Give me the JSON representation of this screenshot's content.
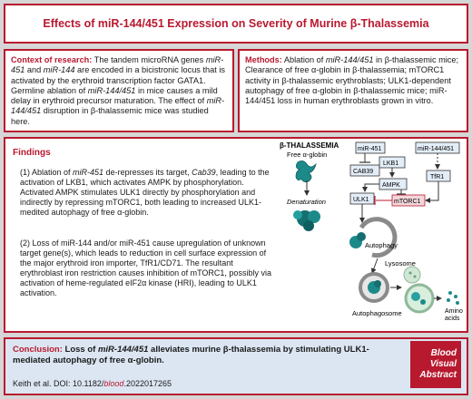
{
  "title": "Effects of miR-144/451 Expression on Severity of Murine β-Thalassemia",
  "context": {
    "label": "Context of research:",
    "text_parts": [
      " The tandem microRNA genes ",
      "miR-451",
      " and ",
      "miR-144",
      " are encoded in a bicistronic locus that is activated by the erythroid transcription factor GATA1. Germline ablation of ",
      "miR-144/451",
      " in mice causes a mild delay in erythroid precursor maturation. The effect of ",
      "miR-144/451",
      " disruption in β-thalassemic mice was studied here."
    ]
  },
  "methods": {
    "label": "Methods:",
    "text_parts": [
      " Ablation of ",
      "miR-144/451",
      " in β-thalassemic mice; Clearance of free α-globin in β-thalassemia; mTORC1 activity in β-thalassemic erythroblasts; ULK1-dependent autophagy of free α-globin in β-thalassemic mice; miR-144/451 loss in human erythroblasts grown in vitro."
    ]
  },
  "findings": {
    "label": "Findings",
    "item1_parts": [
      "(1) Ablation of ",
      "miR-451",
      " de-represses its target, ",
      "Cab39",
      ", leading to the activation of LKB1, which activates AMPK by phosphorylation. Activated AMPK stimulates ULK1 directly by phosphorylation and indirectly by repressing mTORC1, both leading to increased ULK1-medited autophagy of free α-globin."
    ],
    "item2": "(2) Loss of miR-144 and/or miR-451 cause upregulation of unknown target gene(s), which leads to reduction in cell surface expression of the major erythroid iron importer, TfR1/CD71. The resultant erythroblast iron restriction causes inhibition of mTORC1, possibly via activation of heme-regulated eIF2α kinase (HRI), leading to ULK1 activation."
  },
  "diagram": {
    "beta_thal": "β-THALASSEMIA",
    "free_globin": "Free α-globin",
    "denaturation": "Denaturation",
    "mir451": "miR-451",
    "mir144_451": "miR-144/451",
    "cab39": "CAB39",
    "lkb1": "LKB1",
    "ampk": "AMPK",
    "ulk1": "ULK1",
    "mtorc1": "mTORC1",
    "tfr1": "TfR1",
    "autophagy": "Autophagy",
    "lysosome": "Lysosome",
    "autophagosome": "Autophagosome",
    "amino_acids_1": "Amino",
    "amino_acids_2": "acids"
  },
  "conclusion": {
    "label": "Conclusion:",
    "text_parts": [
      " Loss of ",
      "miR-144/451",
      " alleviates murine β-thalassemia by stimulating ULK1-mediated autophagy of free α-globin."
    ]
  },
  "citation": {
    "prefix": "Keith et al. DOI: 10.1182/",
    "journal": "blood",
    "suffix": ".2022017265"
  },
  "badge": {
    "line1": "Blood",
    "line2": "Visual",
    "line3": "Abstract"
  },
  "colors": {
    "accent": "#b8192f",
    "conclusion_bg": "#dce6f2",
    "frame": "#d6d6d6",
    "protein_blue": "#e3edf7",
    "teal": "#1d8a8a"
  }
}
